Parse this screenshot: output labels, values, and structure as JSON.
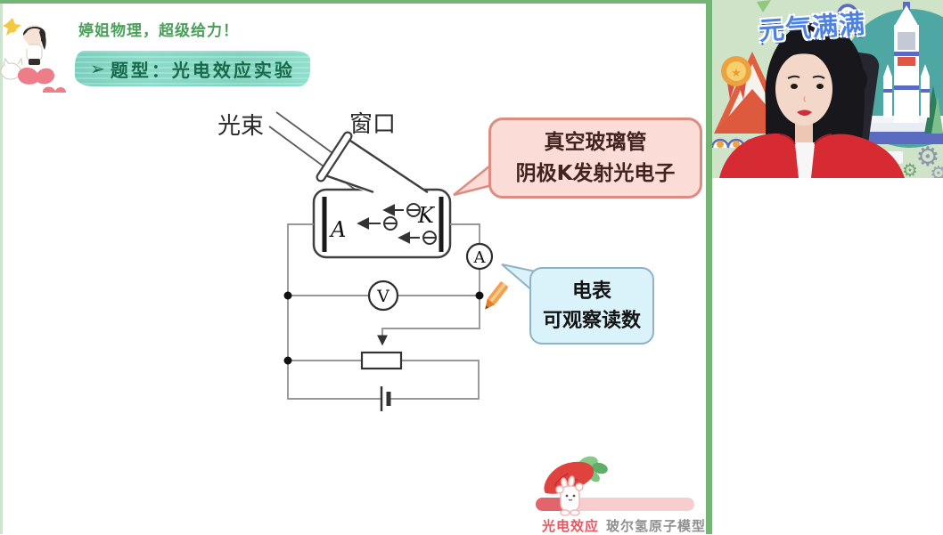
{
  "header": {
    "brand": "婷姐物理，超级给力！"
  },
  "banner": {
    "arrow": "➢",
    "title": "题型：光电效应实验"
  },
  "diagram": {
    "labels": {
      "light_beam": "光束",
      "window": "窗口",
      "anode": "A",
      "cathode": "K",
      "voltmeter": "V",
      "ammeter": "A"
    }
  },
  "callouts": {
    "tube": {
      "line1": "真空玻璃管",
      "line2": "阴极K发射光电子"
    },
    "meter": {
      "line1": "电表",
      "line2": "可观察读数"
    }
  },
  "footer": {
    "chapters": [
      {
        "label": "光电效应",
        "active": true
      },
      {
        "label": "玻尔氢原子模型",
        "active": false
      }
    ]
  },
  "webcam": {
    "title": "元气满满"
  },
  "colors": {
    "frame_green": "#74b576",
    "brand_green": "#4aa05a",
    "banner_teal": "#7fd3bf",
    "banner_text_green": "#17694a",
    "tube_callout_bg": "#fbdcd6",
    "tube_callout_border": "#dd8c82",
    "meter_callout_bg": "#daf2f9",
    "meter_callout_border": "#8fb3c4",
    "progress_red": "#e2646c",
    "progress_track": "#f7cdd0",
    "chapter_active_red": "#e8575f",
    "chapter_inactive_gray": "#909090"
  }
}
